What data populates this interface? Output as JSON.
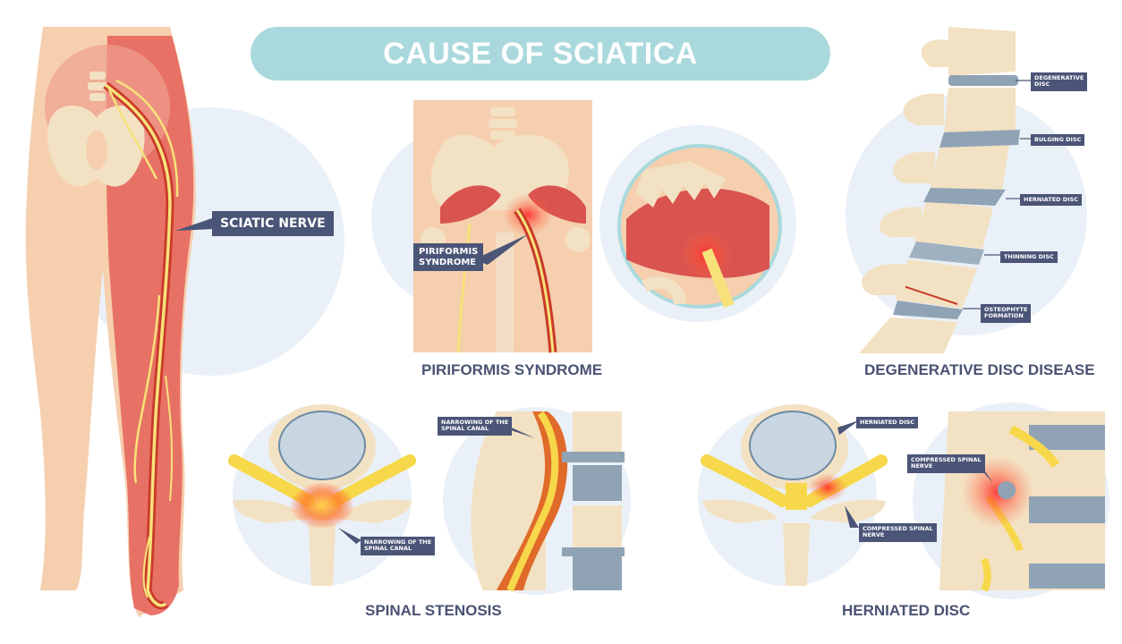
{
  "title": "CAUSE OF SCIATICA",
  "captions": {
    "piriformis": "PIRIFORMIS SYNDROME",
    "degenerative": "DEGENERATIVE DISC DISEASE",
    "stenosis": "SPINAL STENOSIS",
    "herniated": "HERNIATED DISC"
  },
  "labels": {
    "sciatic_nerve": "SCIATIC NERVE",
    "piriformis_syndrome": "PIRIFORMIS\nSYNDROME",
    "degenerative_disc": "DEGENERATIVE\nDISC",
    "bulging_disc": "BULGING DISC",
    "herniated_disc": "HERNIATED DISC",
    "thinning_disc": "THINNING DISC",
    "osteophyte": "OSTEOPHYTE\nFORMATION",
    "stenosis_canal_left": "NARROWING OF THE\nSPINAL CANAL",
    "stenosis_canal_right": "NARROWING OF THE\nSPINAL CANAL",
    "herniated_top": "HERNIATED DISC",
    "compressed_left": "COMPRESSED SPINAL\nNERVE",
    "compressed_right": "COMPRESSED SPINAL\nNERVE"
  },
  "colors": {
    "title_bg": "#a9d9dc",
    "label_bg": "#4a5577",
    "caption": "#4a5273",
    "skin": "#f5cfae",
    "bone": "#f3e1c3",
    "muscle": "#d9534f",
    "nerve": "#f7e27a",
    "circle_bg": "#eaf0f7",
    "disc": "#8fa3b5"
  }
}
